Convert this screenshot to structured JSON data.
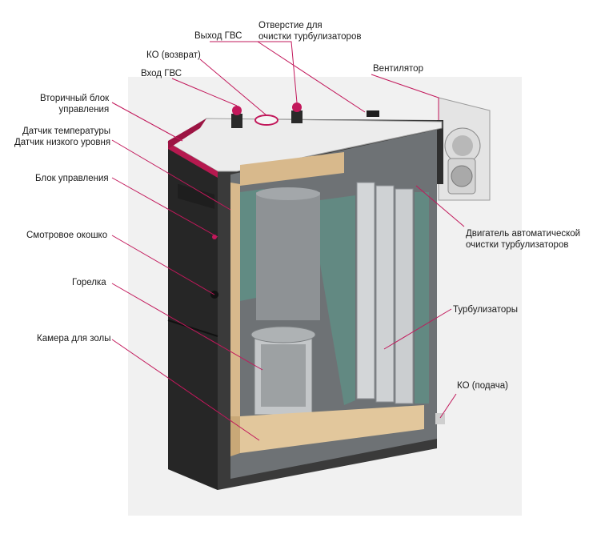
{
  "colors": {
    "leader": "#c2185b",
    "accent": "#b5194f",
    "casing": "#2b2b2b",
    "insulation": "#d8b98c",
    "glass": "#5f8f86",
    "metal": "#bfc3c6",
    "top_panel": "#e6e6e6"
  },
  "labels": {
    "dhw_out": [
      "Выход ГВС"
    ],
    "cleaning_hole": [
      "Отверстие для",
      "очистки турбулизаторов"
    ],
    "heating_return": [
      "КО (возврат)"
    ],
    "dhw_in": [
      "Вход ГВС"
    ],
    "fan": [
      "Вентилятор"
    ],
    "secondary_control": [
      "Вторичный блок",
      "управления"
    ],
    "temp_sensor": [
      "Датчик температуры",
      "Датчик низкого уровня"
    ],
    "control_unit": [
      "Блок управления"
    ],
    "sight_glass": [
      "Смотровое окошко"
    ],
    "burner": [
      "Горелка"
    ],
    "ash_chamber": [
      "Камера для золы"
    ],
    "cleaning_motor": [
      "Двигатель автоматической",
      "очистки турбулизаторов"
    ],
    "turbulators": [
      "Турбулизаторы"
    ],
    "heating_supply": [
      "КО (подача)"
    ]
  }
}
